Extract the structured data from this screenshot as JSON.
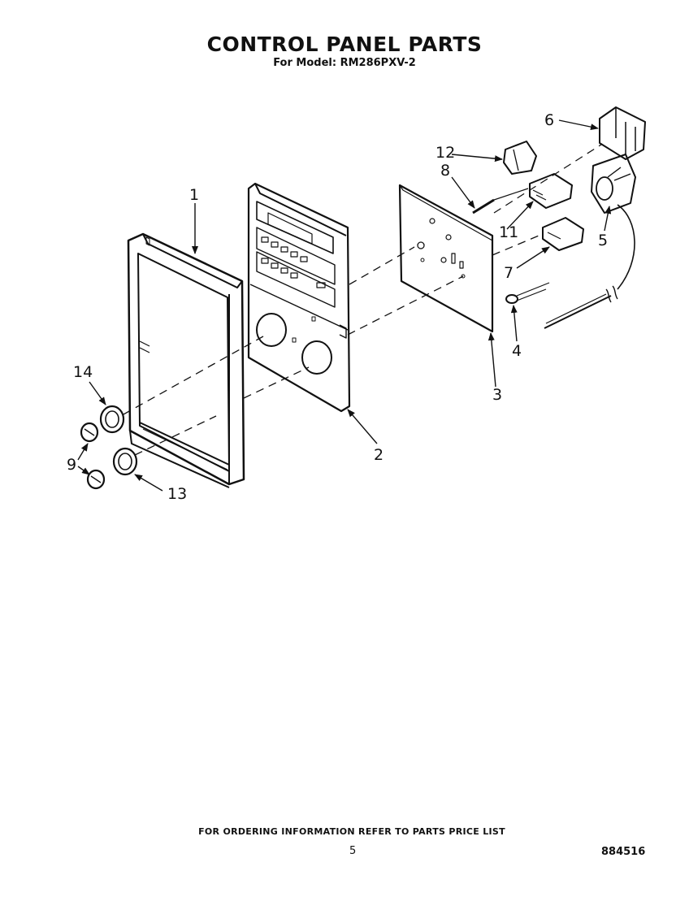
{
  "header": {
    "title": "CONTROL PANEL PARTS",
    "subtitle": "For Model: RM286PXV-2"
  },
  "callouts": [
    {
      "id": "part-1",
      "label": "1"
    },
    {
      "id": "part-2",
      "label": "2"
    },
    {
      "id": "part-3",
      "label": "3"
    },
    {
      "id": "part-4",
      "label": "4"
    },
    {
      "id": "part-5",
      "label": "5"
    },
    {
      "id": "part-6",
      "label": "6"
    },
    {
      "id": "part-7",
      "label": "7"
    },
    {
      "id": "part-8",
      "label": "8"
    },
    {
      "id": "part-9",
      "label": "9"
    },
    {
      "id": "part-11",
      "label": "11"
    },
    {
      "id": "part-12",
      "label": "12"
    },
    {
      "id": "part-13",
      "label": "13"
    },
    {
      "id": "part-14",
      "label": "14"
    }
  ],
  "footer": {
    "ordering_note": "FOR ORDERING INFORMATION REFER TO PARTS PRICE LIST",
    "page_number": "5",
    "doc_number": "884516"
  }
}
